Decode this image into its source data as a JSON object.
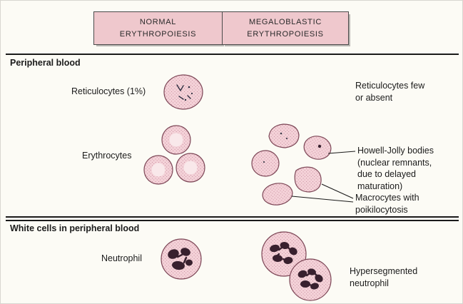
{
  "header": {
    "left": "NORMAL\nERYTHROPOIESIS",
    "right": "MEGALOBLASTIC\nERYTHROPOIESIS"
  },
  "sections": {
    "peripheral_blood": "Peripheral blood",
    "white_cells": "White cells in peripheral blood"
  },
  "left_labels": {
    "reticulocytes": "Reticulocytes (1%)",
    "erythrocytes": "Erythrocytes",
    "neutrophil": "Neutrophil"
  },
  "right_labels": {
    "reticulocytes_few": "Reticulocytes few\nor absent",
    "howell_jolly": "Howell-Jolly bodies\n(nuclear remnants,\ndue to delayed\nmaturation)",
    "macrocytes": "Macrocytes with\npoikilocytosis",
    "hypersegmented": "Hypersegmented\nneutrophil"
  },
  "icons": {
    "reticulocyte_cell": "reticulocyte-cell-drawing",
    "erythrocyte_cells": "erythrocyte-cells-drawing",
    "macrocyte_cells": "macrocyte-cells-drawing",
    "neutrophil_cell": "neutrophil-cell-drawing",
    "hypersegmented_cells": "hypersegmented-neutrophil-cells-drawing"
  },
  "colors": {
    "page_bg": "#fcfbf5",
    "header_bg": "#efc8cd",
    "cell_fill": "#f4d2d8",
    "stipple_dot": "#c08195",
    "cell_stroke": "#7c4656",
    "pallor": "#f9e8ea",
    "nucleus": "#38202e",
    "text": "#1b1b1b"
  }
}
